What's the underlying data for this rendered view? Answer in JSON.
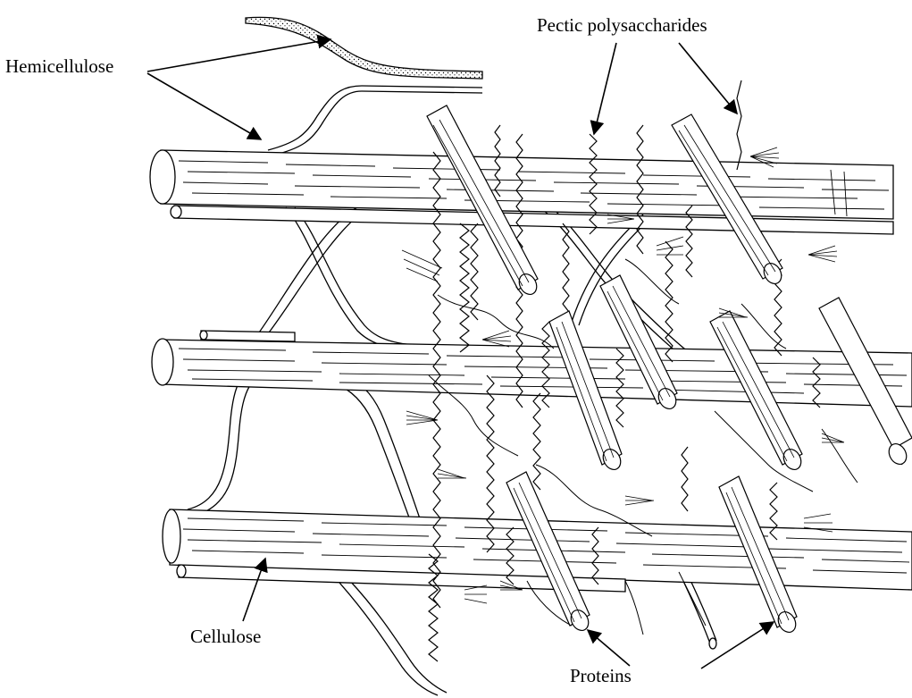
{
  "labels": {
    "hemicellulose": "Hemicellulose",
    "pectic": "Pectic polysaccharides",
    "cellulose": "Cellulose",
    "proteins": "Proteins"
  },
  "colors": {
    "ink": "#000000",
    "paper": "#ffffff"
  }
}
